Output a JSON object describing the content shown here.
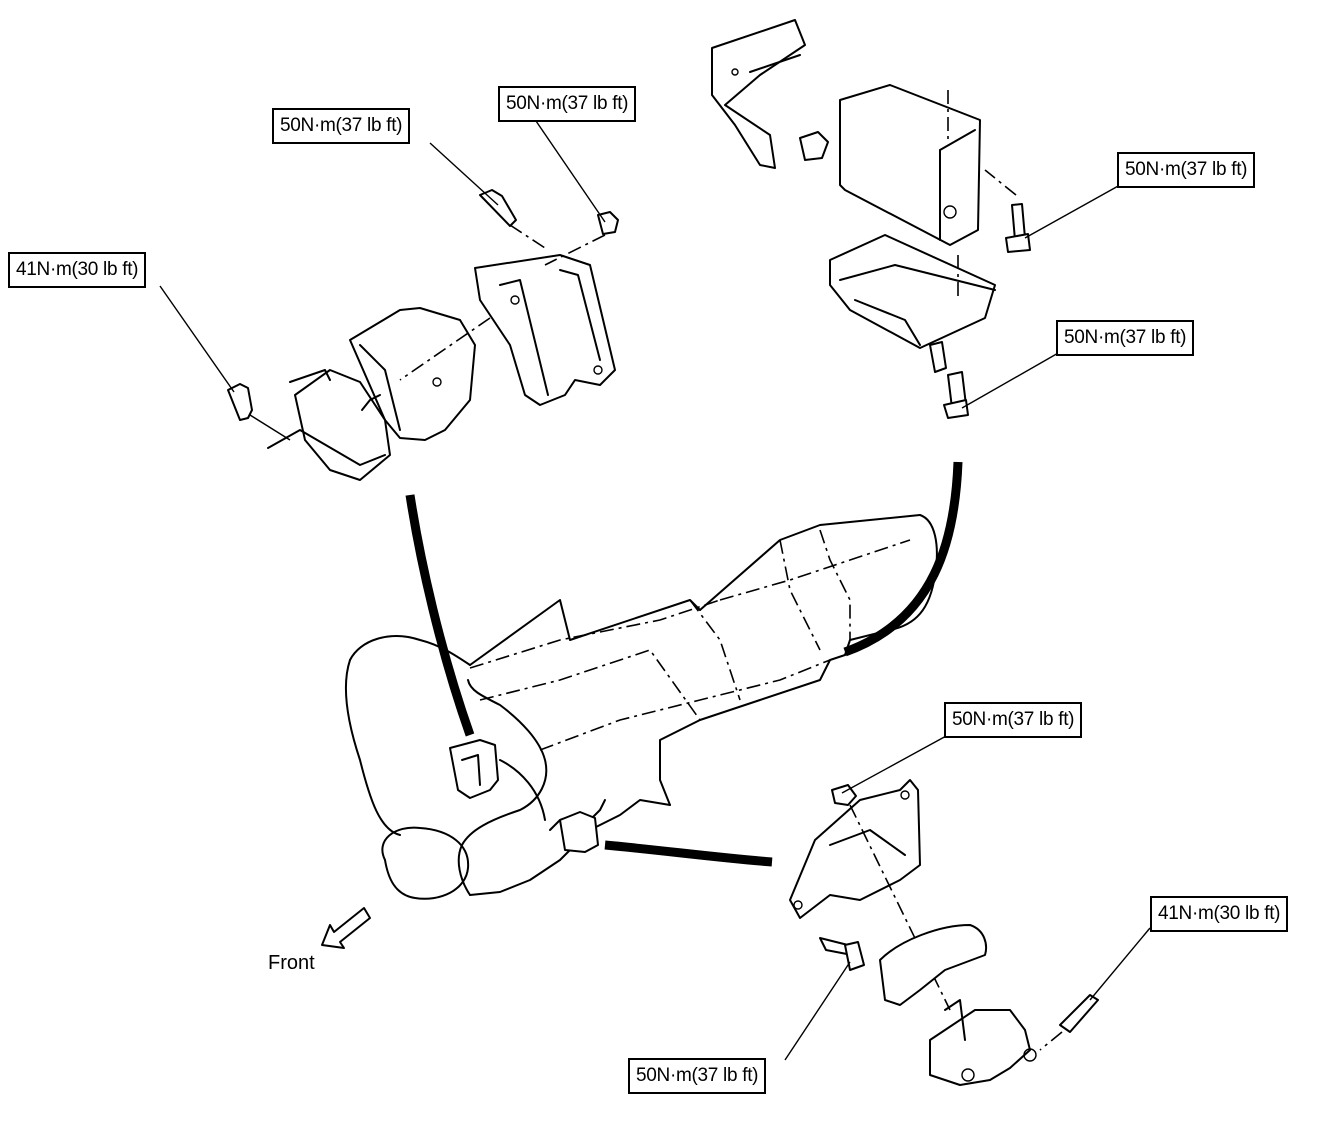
{
  "callouts": {
    "upper_left_bolt": "50N·m(37 lb ft)",
    "upper_left_nut": "50N·m(37 lb ft)",
    "left_mount": "41N·m(30 lb ft)",
    "upper_right_side": "50N·m(37 lb ft)",
    "upper_right_bottom": "50N·m(37 lb ft)",
    "lower_right_nut": "50N·m(37 lb ft)",
    "lower_right_mount": "41N·m(30 lb ft)",
    "lower_bolt": "50N·m(37 lb ft)"
  },
  "direction_label": "Front",
  "colors": {
    "line": "#000000",
    "background": "#ffffff"
  }
}
